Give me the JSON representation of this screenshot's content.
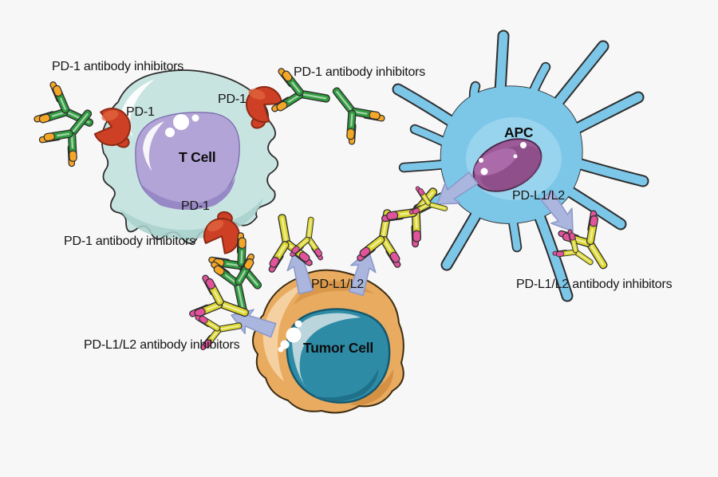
{
  "title": "PD-1 / PD-L1-L2 immune checkpoint inhibitor diagram",
  "labels": {
    "pd1_inhibitors": "PD-1 antibody inhibitors",
    "pdl1l2_inhibitors": "PD-L1/L2 antibody inhibitors",
    "pd1": "PD-1",
    "pdl1l2": "PD-L1/L2",
    "t_cell": "T Cell",
    "apc": "APC",
    "tumor_cell": "Tumor Cell"
  },
  "colors": {
    "background": "#f7f7f7",
    "outline": "#2e2e2e",
    "t_cell_body": "#c8e4e1",
    "t_cell_shade": "#a8d1cd",
    "t_cell_nucleus": "#b2a4d6",
    "t_cell_nucleus_shade": "#9789c6",
    "apc_body": "#7cc6e8",
    "apc_inner": "#a3d8f0",
    "apc_nucleus": "#9c5a99",
    "apc_nucleus_shade": "#84477f",
    "tumor_body": "#e9ab60",
    "tumor_light": "#f6d2a4",
    "tumor_shade": "#d08c3e",
    "tumor_nucleus": "#2e8ba6",
    "tumor_nucleus_light": "#c2d9de",
    "tumor_nucleus_shade": "#1d6e86",
    "antibody_green": "#2f9b3e",
    "antibody_orange": "#f4a727",
    "antibody_yellow": "#dcd72f",
    "antibody_pink": "#e1539b",
    "receptor_red": "#ce4026",
    "arrow_fill": "#aab6dd",
    "arrow_edge": "#8d99c9"
  }
}
